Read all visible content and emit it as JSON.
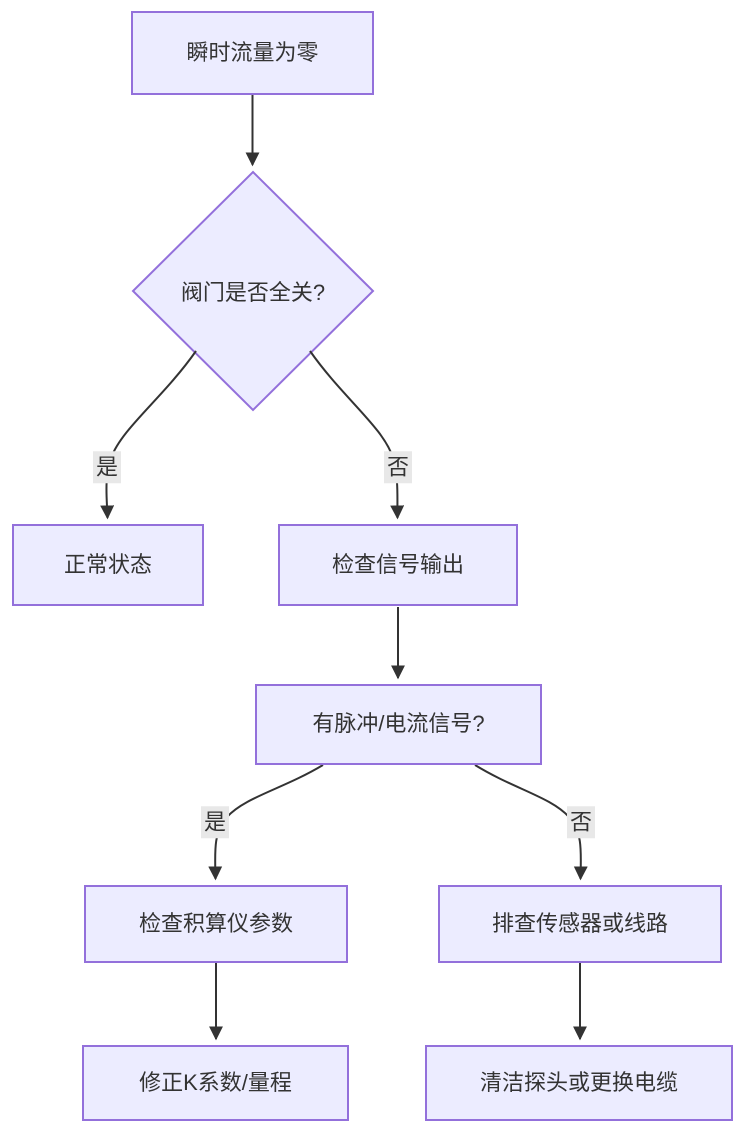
{
  "flowchart": {
    "type": "flowchart",
    "colors": {
      "node_fill": "#ECECFF",
      "node_border": "#9370DB",
      "edge": "#333333",
      "text": "#333333",
      "edge_label_bg": "#e8e8e8",
      "background": "#ffffff"
    },
    "nodes": [
      {
        "id": "start",
        "shape": "rect",
        "label": "瞬时流量为零"
      },
      {
        "id": "valve-closed",
        "shape": "diamond",
        "label": "阀门是否全关?"
      },
      {
        "id": "normal",
        "shape": "rect",
        "label": "正常状态"
      },
      {
        "id": "check-signal",
        "shape": "rect",
        "label": "检查信号输出"
      },
      {
        "id": "signal-question",
        "shape": "rect",
        "label": "有脉冲/电流信号?"
      },
      {
        "id": "check-totalizer",
        "shape": "rect",
        "label": "检查积算仪参数"
      },
      {
        "id": "check-sensor",
        "shape": "rect",
        "label": "排查传感器或线路"
      },
      {
        "id": "fix-k-factor",
        "shape": "rect",
        "label": "修正K系数/量程"
      },
      {
        "id": "clean-probe",
        "shape": "rect",
        "label": "清洁探头或更换电缆"
      }
    ],
    "edge_labels": [
      {
        "id": "yes-1",
        "label": "是"
      },
      {
        "id": "no-1",
        "label": "否"
      },
      {
        "id": "yes-2",
        "label": "是"
      },
      {
        "id": "no-2",
        "label": "否"
      }
    ],
    "edges": [
      {
        "from": "start",
        "to": "valve-closed"
      },
      {
        "from": "valve-closed",
        "to": "normal",
        "label": "是"
      },
      {
        "from": "valve-closed",
        "to": "check-signal",
        "label": "否"
      },
      {
        "from": "check-signal",
        "to": "signal-question"
      },
      {
        "from": "signal-question",
        "to": "check-totalizer",
        "label": "是"
      },
      {
        "from": "signal-question",
        "to": "check-sensor",
        "label": "否"
      },
      {
        "from": "check-totalizer",
        "to": "fix-k-factor"
      },
      {
        "from": "check-sensor",
        "to": "clean-probe"
      }
    ]
  }
}
